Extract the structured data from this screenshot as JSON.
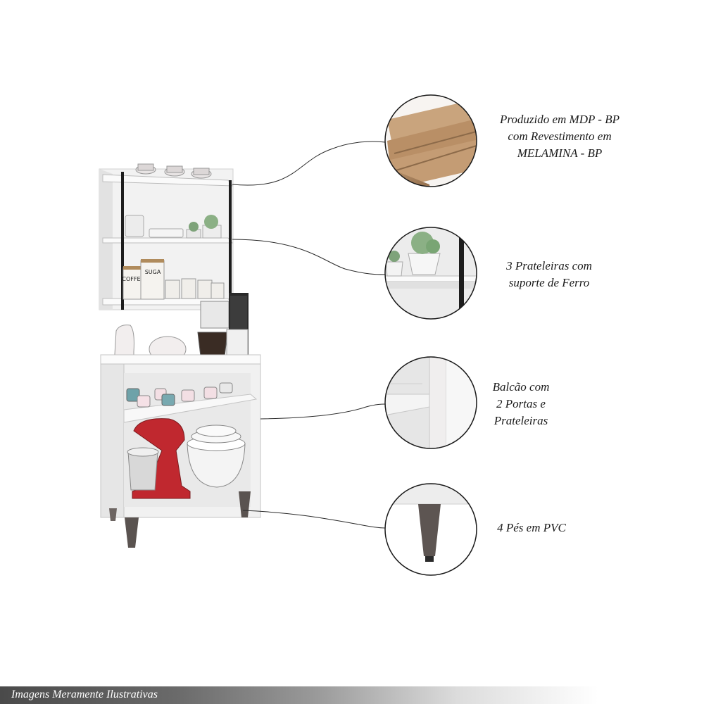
{
  "callouts": [
    {
      "name": "material",
      "text": "Produzido em MDP - BP\ncom Revestimento em\nMELAMINA - BP"
    },
    {
      "name": "shelves",
      "text": "3 Prateleiras com\nsuporte  de Ferro"
    },
    {
      "name": "counter",
      "text": "Balcão com\n2 Portas e\nPrateleiras"
    },
    {
      "name": "feet",
      "text": "4 Pés em PVC"
    }
  ],
  "canisters": {
    "coffee": "COFFEE",
    "sugar": "SUGA"
  },
  "footer": {
    "text": "Imagens Meramente Ilustrativas"
  },
  "colors": {
    "cabinet": "#f0f0f0",
    "cabinet_edge": "#c9c9c9",
    "iron": "#1d1d1d",
    "mdp": "#c9a47d",
    "mixer_red": "#c0282f",
    "leg": "#5a5350"
  }
}
